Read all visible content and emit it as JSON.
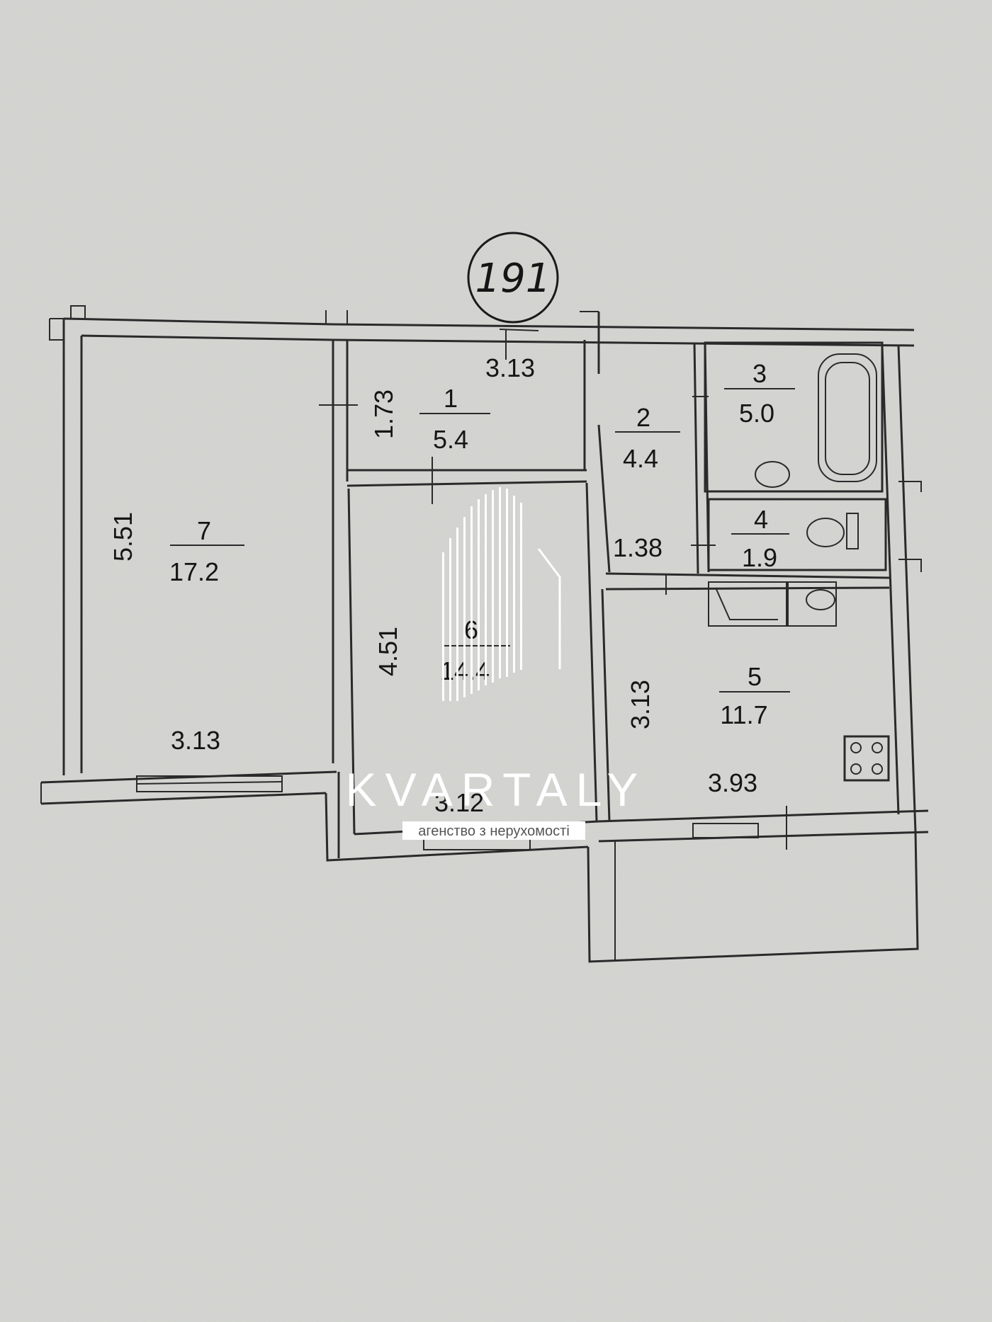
{
  "plan": {
    "apartment_number": "191",
    "rooms": [
      {
        "id": "room-1",
        "number": "1",
        "area": "5.4"
      },
      {
        "id": "room-2",
        "number": "2",
        "area": "4.4"
      },
      {
        "id": "room-3",
        "number": "3",
        "area": "5.0"
      },
      {
        "id": "room-4",
        "number": "4",
        "area": "1.9"
      },
      {
        "id": "room-5",
        "number": "5",
        "area": "11.7"
      },
      {
        "id": "room-6",
        "number": "6",
        "area": "14.4"
      },
      {
        "id": "room-7",
        "number": "7",
        "area": "17.2"
      }
    ],
    "dimensions": {
      "top_hall_width": "3.13",
      "hall_height": "1.73",
      "room7_height": "5.51",
      "room7_width": "3.13",
      "room6_height": "4.51",
      "room6_width": "3.12",
      "corridor_width": "1.38",
      "kitchen_height": "3.13",
      "kitchen_width": "3.93"
    }
  },
  "watermark": {
    "brand": "KVARTALY",
    "tagline": "агенство з нерухомості"
  }
}
